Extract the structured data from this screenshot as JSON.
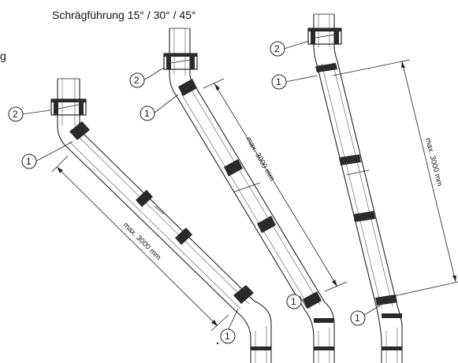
{
  "title": "Schrägführung 15° / 30° / 45°",
  "edge_fragment": "g",
  "assemblies": [
    {
      "name": "45",
      "callouts": [
        "2",
        "1",
        "1"
      ],
      "dimension": "max. 3000 mm"
    },
    {
      "name": "30",
      "callouts": [
        "2",
        "1",
        "1"
      ],
      "dimension": "max. 3000 mm"
    },
    {
      "name": "15",
      "callouts": [
        "2",
        "1",
        "1"
      ],
      "dimension": "max. 3000 mm"
    }
  ],
  "colors": {
    "line": "#222222",
    "band": "#2a2a2a",
    "background": "#ffffff"
  }
}
